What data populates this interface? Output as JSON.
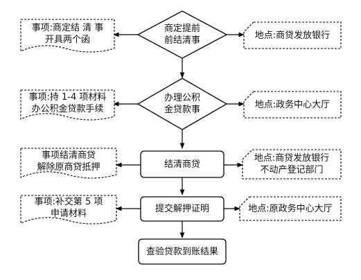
{
  "flow": {
    "steps": [
      {
        "lines": [
          "商定提前",
          "前结清事"
        ]
      },
      {
        "lines": [
          "办理公积",
          "金贷款事"
        ]
      },
      {
        "lines": [
          "结清商贷"
        ]
      },
      {
        "lines": [
          "提交解押证明"
        ]
      },
      {
        "lines": [
          "查验贷款到账结果"
        ]
      }
    ],
    "matters": [
      {
        "lines": [
          "事项:商定结 清 事",
          "开具两个函"
        ]
      },
      {
        "lines": [
          "事项:持 1-4 项材料",
          "办公积金贷款手续"
        ]
      },
      {
        "lines": [
          "事项结清商贷",
          "解除原商贷抵押"
        ]
      },
      {
        "lines": [
          "事项:补交第 5 项",
          "申请材料"
        ]
      }
    ],
    "places": [
      {
        "lines": [
          "地点:商贷发放银行"
        ]
      },
      {
        "lines": [
          "地点:政务中心大厅"
        ]
      },
      {
        "lines": [
          "地点:商贷发放银行",
          "不动产登记部门"
        ]
      },
      {
        "lines": [
          "地点:原政务中心大厅"
        ]
      }
    ]
  }
}
